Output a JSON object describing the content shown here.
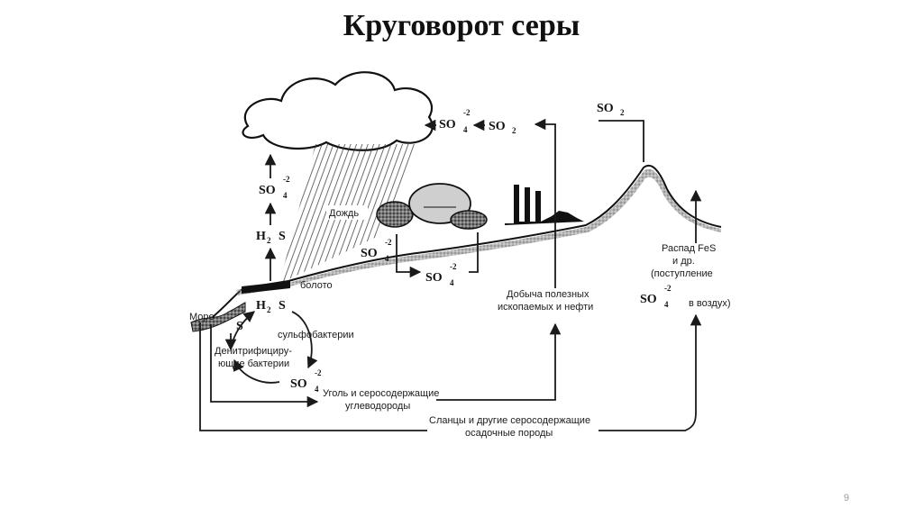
{
  "title": "Круговорот серы",
  "page_number": "9",
  "labels": {
    "rain": "Дождь",
    "swamp": "болото",
    "sea": "Море",
    "sulfobacteria": "сульфобактерии",
    "denitrifying_1": "Денитрифициру-",
    "denitrifying_2": "ющие бактерии",
    "coal_1": "Уголь и серосодержащие",
    "coal_2": "углеводороды",
    "shale_1": "Сланцы и другие серосодержащие",
    "shale_2": "осадочные породы",
    "mining_1": "Добыча полезных",
    "mining_2": "ископаемых и нефти",
    "fes_1": "Распад FeS",
    "fes_2": "и др.",
    "fes_3": "(поступление",
    "fes_4": "в воздух)"
  },
  "chemicals": {
    "so4": "SO",
    "so4_sub": "4",
    "so4_sup": "-2",
    "so2": "SO",
    "so2_sub": "2",
    "h2s": "H",
    "h2s_sub": "2",
    "h2s_tail": "S",
    "s": "S"
  },
  "colors": {
    "ink": "#1a1a1a",
    "background": "#ffffff"
  }
}
